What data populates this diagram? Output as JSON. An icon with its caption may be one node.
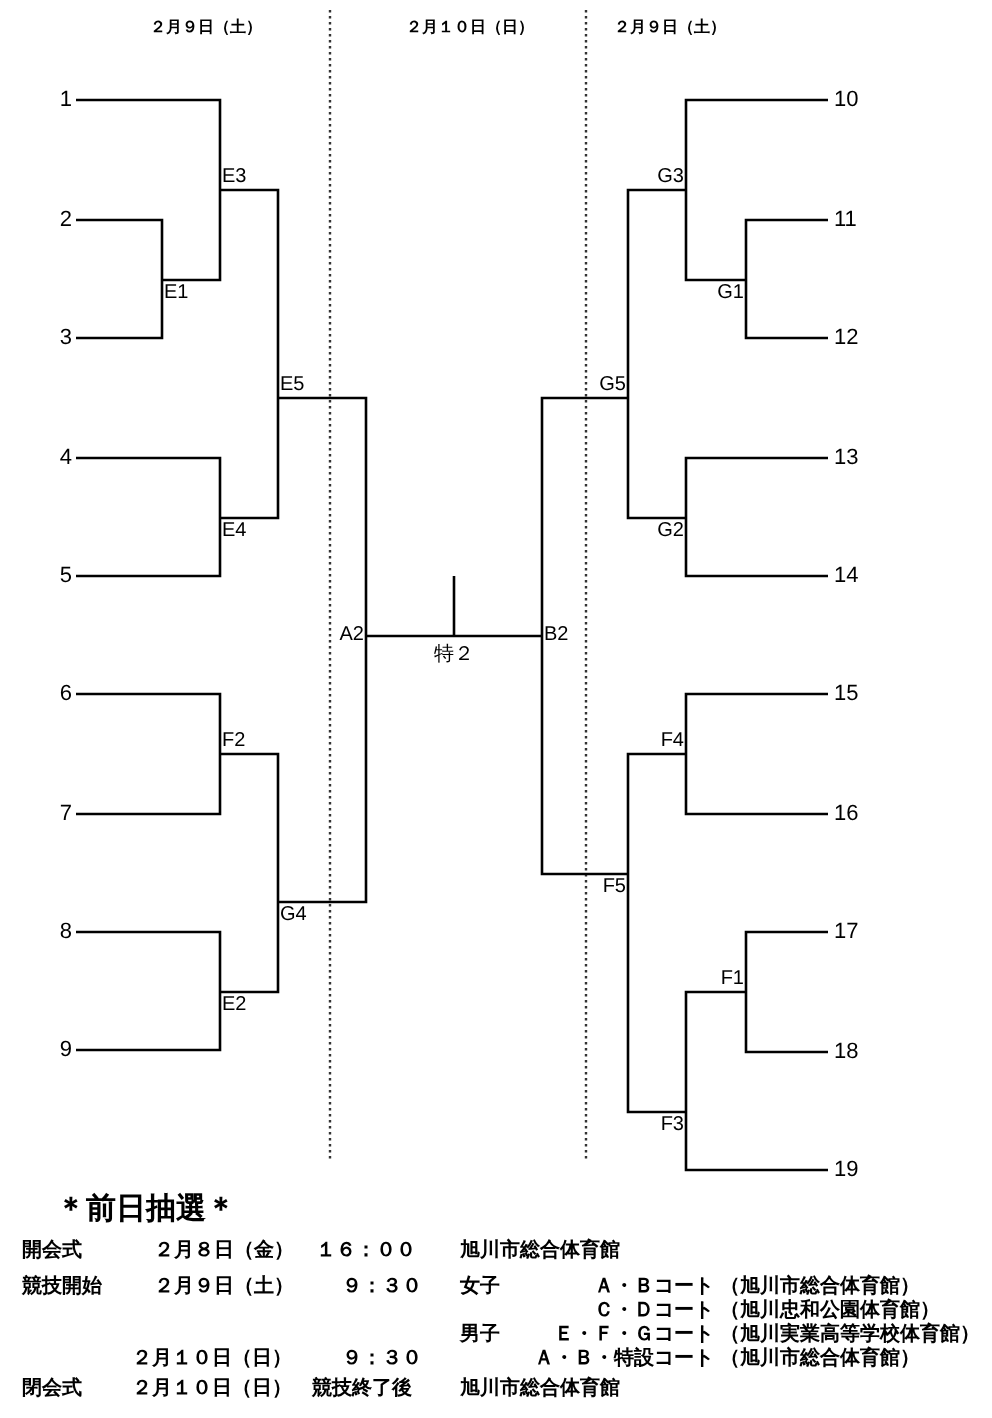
{
  "diagram": {
    "nodes": [
      {
        "text": [
          "1"
        ]
      },
      {
        "text": [
          "2"
        ]
      },
      {
        "text": [
          "3"
        ]
      },
      {
        "text": [
          "4"
        ]
      },
      {
        "text": [
          "5"
        ]
      },
      {
        "text": [
          "6"
        ]
      },
      {
        "text": [
          "7"
        ]
      },
      {
        "text": [
          "8"
        ]
      },
      {
        "text": [
          "9"
        ]
      },
      {
        "text": [
          "10"
        ]
      },
      {
        "text": [
          "11"
        ]
      },
      {
        "text": [
          "12"
        ]
      },
      {
        "text": [
          "13"
        ]
      },
      {
        "text": [
          "14"
        ]
      },
      {
        "text": [
          "15"
        ]
      },
      {
        "text": [
          "16"
        ]
      },
      {
        "text": [
          "17"
        ]
      },
      {
        "text": [
          "18"
        ]
      },
      {
        "text": [
          "19"
        ]
      },
      {
        "text": [
          "E3"
        ]
      },
      {
        "text": [
          "E1"
        ]
      },
      {
        "text": [
          "E5"
        ]
      },
      {
        "text": [
          "E4"
        ]
      },
      {
        "text": [
          "A2"
        ]
      },
      {
        "text": [
          "F2"
        ]
      },
      {
        "text": [
          "G4"
        ]
      },
      {
        "text": [
          "E2"
        ]
      },
      {
        "text": [
          "特２"
        ]
      },
      {
        "text": [
          "B2"
        ]
      },
      {
        "text": [
          "G3"
        ]
      },
      {
        "text": [
          "G1"
        ]
      },
      {
        "text": [
          "G5"
        ]
      },
      {
        "text": [
          "G2"
        ]
      },
      {
        "text": [
          "F4"
        ]
      },
      {
        "text": [
          "F5"
        ]
      },
      {
        "text": [
          "F1"
        ]
      },
      {
        "text": [
          "F3"
        ]
      }
    ],
    "edges": [
      {
        "from": 0,
        "to": 19,
        "arrow": "none"
      },
      {
        "from": 1,
        "to": 20,
        "arrow": "none"
      },
      {
        "from": 2,
        "to": 20,
        "arrow": "none"
      },
      {
        "from": 20,
        "to": 19,
        "arrow": "none"
      },
      {
        "from": 19,
        "to": 21,
        "arrow": "none"
      },
      {
        "from": 3,
        "to": 22,
        "arrow": "none"
      },
      {
        "from": 4,
        "to": 22,
        "arrow": "none"
      },
      {
        "from": 22,
        "to": 21,
        "arrow": "none"
      },
      {
        "from": 21,
        "to": 23,
        "arrow": "none"
      },
      {
        "from": 5,
        "to": 24,
        "arrow": "none"
      },
      {
        "from": 6,
        "to": 24,
        "arrow": "none"
      },
      {
        "from": 7,
        "to": 26,
        "arrow": "none"
      },
      {
        "from": 8,
        "to": 26,
        "arrow": "none"
      },
      {
        "from": 24,
        "to": 25,
        "arrow": "none"
      },
      {
        "from": 26,
        "to": 25,
        "arrow": "none"
      },
      {
        "from": 25,
        "to": 23,
        "arrow": "none"
      },
      {
        "from": 23,
        "to": 27,
        "arrow": "none"
      },
      {
        "from": 28,
        "to": 27,
        "arrow": "none"
      },
      {
        "from": 27,
        "to": null,
        "arrow": "none"
      },
      {
        "from": 9,
        "to": 29,
        "arrow": "none"
      },
      {
        "from": 10,
        "to": 30,
        "arrow": "none"
      },
      {
        "from": 11,
        "to": 30,
        "arrow": "none"
      },
      {
        "from": 30,
        "to": 29,
        "arrow": "none"
      },
      {
        "from": 29,
        "to": 31,
        "arrow": "none"
      },
      {
        "from": 12,
        "to": 32,
        "arrow": "none"
      },
      {
        "from": 13,
        "to": 32,
        "arrow": "none"
      },
      {
        "from": 32,
        "to": 31,
        "arrow": "none"
      },
      {
        "from": 31,
        "to": 28,
        "arrow": "none"
      },
      {
        "from": 14,
        "to": 33,
        "arrow": "none"
      },
      {
        "from": 15,
        "to": 33,
        "arrow": "none"
      },
      {
        "from": 33,
        "to": 34,
        "arrow": "none"
      },
      {
        "from": 16,
        "to": 35,
        "arrow": "none"
      },
      {
        "from": 17,
        "to": 35,
        "arrow": "none"
      },
      {
        "from": 35,
        "to": 36,
        "arrow": "none"
      },
      {
        "from": 18,
        "to": 36,
        "arrow": "none"
      },
      {
        "from": 36,
        "to": 34,
        "arrow": "none"
      },
      {
        "from": 34,
        "to": 28,
        "arrow": "none"
      }
    ],
    "labels": [
      "２月９日（土）",
      "２月１０日（日）",
      "２月９日（土）",
      "＊前日抽選＊",
      "開会式",
      "２月８日（金）",
      "１６：００",
      "旭川市総合体育館",
      "競技開始",
      "２月９日（土）",
      "９：３０",
      "女子",
      "Ａ・Ｂコート",
      "（旭川市総合体育館）",
      "Ｃ・Ｄコート",
      "（旭川忠和公園体育館）",
      "男子",
      "Ｅ・Ｆ・Ｇコート",
      "（旭川実業高等学校体育館）",
      "２月１０日（日）",
      "９：３０",
      "Ａ・Ｂ・特設コート",
      "（旭川市総合体育館）",
      "閉会式",
      "２月１０日（日）",
      "競技終了後",
      "旭川市総合体育館"
    ]
  }
}
